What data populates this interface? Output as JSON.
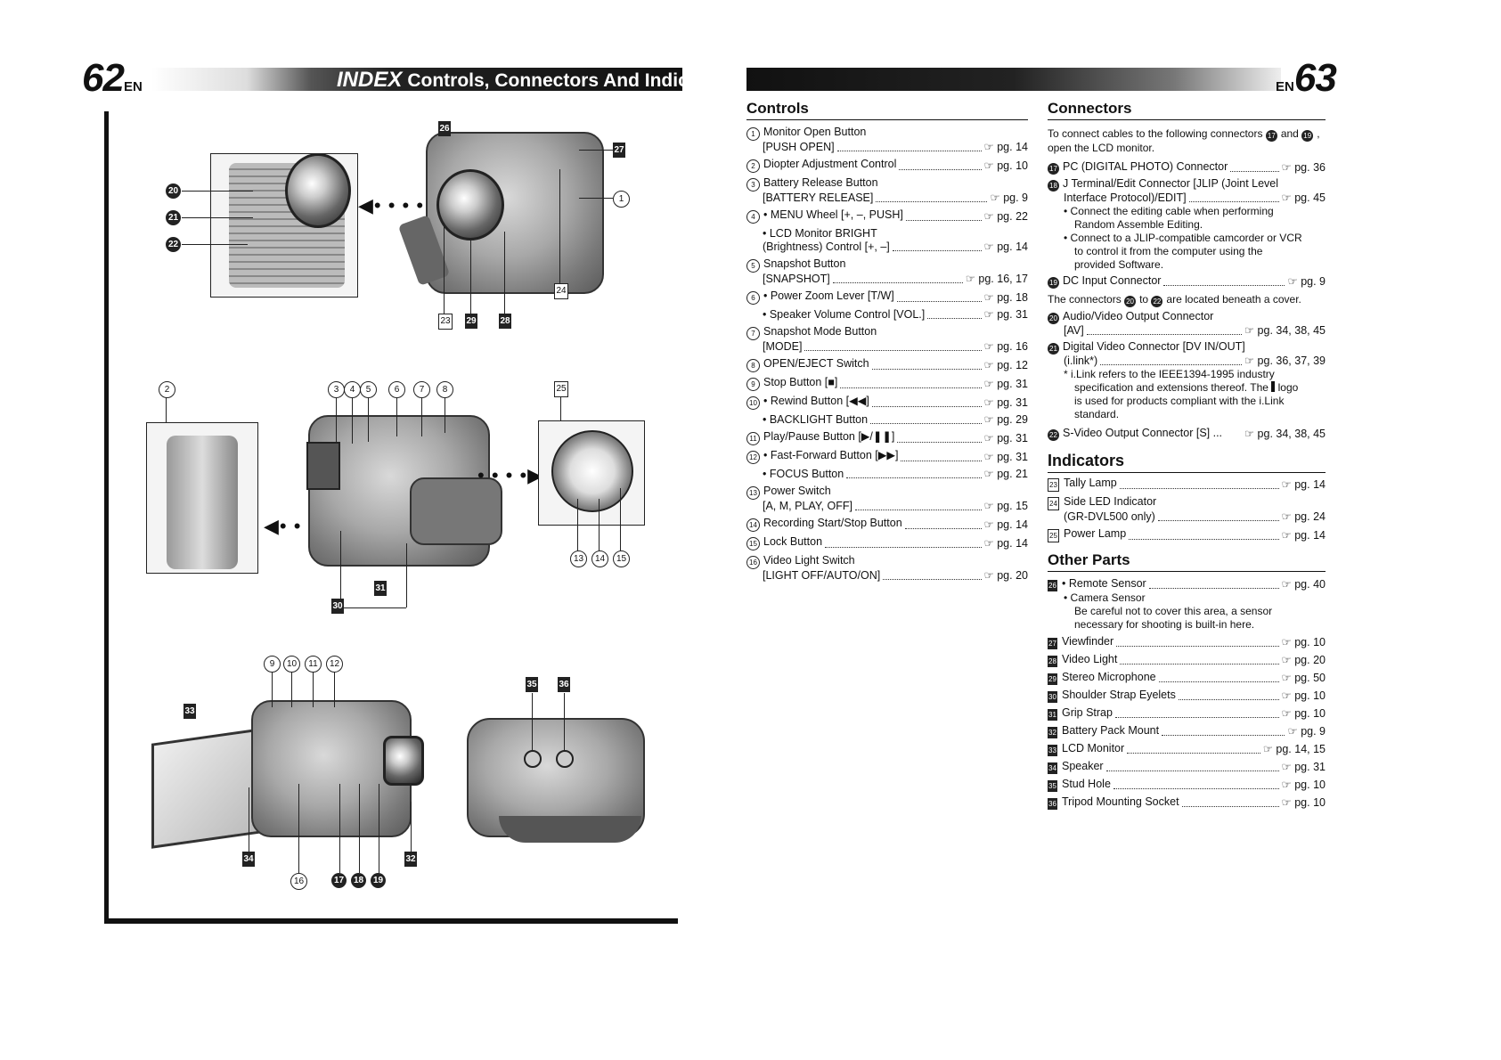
{
  "left_page": {
    "page_number": "62",
    "lang": "EN",
    "header_index": "INDEX",
    "header_title": "Controls, Connectors And Indicators"
  },
  "right_page": {
    "page_number": "63",
    "lang": "EN"
  },
  "figure_labels": {
    "fig1_left": [
      "20",
      "21",
      "22"
    ],
    "fig1_badges": [
      "26",
      "27",
      "23",
      "29",
      "28",
      "24"
    ],
    "fig1_circle": "1",
    "fig2": [
      "2",
      "3",
      "4",
      "5",
      "6",
      "7",
      "8",
      "25",
      "13",
      "14",
      "15",
      "31",
      "30"
    ],
    "fig3": [
      "9",
      "10",
      "11",
      "12",
      "33",
      "34",
      "16",
      "17",
      "18",
      "19",
      "32",
      "35",
      "36"
    ]
  },
  "controls": {
    "heading": "Controls",
    "items": [
      {
        "mark": "1",
        "lines": [
          "Monitor Open Button"
        ],
        "last": "[PUSH OPEN]",
        "pg": "pg. 14"
      },
      {
        "mark": "2",
        "lines": [],
        "last": "Diopter Adjustment Control",
        "pg": "pg. 10"
      },
      {
        "mark": "3",
        "lines": [
          "Battery Release Button"
        ],
        "last": "[BATTERY RELEASE]",
        "pg": "pg. 9"
      },
      {
        "mark": "4",
        "lines": [],
        "last": "• MENU Wheel [+, –, PUSH]",
        "pg": "pg. 22"
      },
      {
        "mark": "",
        "lines": [
          "• LCD Monitor BRIGHT"
        ],
        "last": "(Brightness) Control [+, –]",
        "pg": "pg. 14"
      },
      {
        "mark": "5",
        "lines": [
          "Snapshot Button"
        ],
        "last": "[SNAPSHOT]",
        "pg": "pg. 16, 17"
      },
      {
        "mark": "6",
        "lines": [],
        "last": "• Power Zoom Lever [T/W]",
        "pg": "pg. 18"
      },
      {
        "mark": "",
        "lines": [],
        "last": "• Speaker Volume Control [VOL.]",
        "pg": "pg. 31"
      },
      {
        "mark": "7",
        "lines": [
          "Snapshot Mode Button"
        ],
        "last": "[MODE]",
        "pg": "pg. 16"
      },
      {
        "mark": "8",
        "lines": [],
        "last": "OPEN/EJECT Switch",
        "pg": "pg. 12"
      },
      {
        "mark": "9",
        "lines": [],
        "last": "Stop Button [■]",
        "pg": "pg. 31"
      },
      {
        "mark": "10",
        "lines": [],
        "last": "• Rewind Button [◀◀]",
        "pg": "pg. 31"
      },
      {
        "mark": "",
        "lines": [],
        "last": "• BACKLIGHT Button",
        "pg": "pg. 29"
      },
      {
        "mark": "11",
        "lines": [],
        "last": "Play/Pause Button [▶/❚❚]",
        "pg": "pg. 31"
      },
      {
        "mark": "12",
        "lines": [],
        "last": "• Fast-Forward Button [▶▶]",
        "pg": "pg. 31"
      },
      {
        "mark": "",
        "lines": [],
        "last": "• FOCUS Button",
        "pg": "pg. 21"
      },
      {
        "mark": "13",
        "lines": [
          "Power Switch"
        ],
        "last": "[A, M, PLAY, OFF]",
        "pg": "pg. 15"
      },
      {
        "mark": "14",
        "lines": [],
        "last": "Recording Start/Stop Button",
        "pg": "pg. 14"
      },
      {
        "mark": "15",
        "lines": [],
        "last": "Lock Button",
        "pg": "pg. 14"
      },
      {
        "mark": "16",
        "lines": [
          "Video Light Switch"
        ],
        "last": "[LIGHT OFF/AUTO/ON]",
        "pg": "pg. 20"
      }
    ]
  },
  "connectors": {
    "heading": "Connectors",
    "intro_a": "To connect cables to the following connectors",
    "intro_mark1": "17",
    "intro_and": "and",
    "intro_mark2": "19",
    "intro_b": ",",
    "intro_c": "open the LCD monitor.",
    "pc": {
      "mark": "17",
      "label": "PC (DIGITAL PHOTO) Connector",
      "pg": "pg. 36"
    },
    "jlip": {
      "mark": "18",
      "line1": "J Terminal/Edit Connector [JLIP (Joint Level",
      "line2": "Interface Protocol)/EDIT]",
      "pg": "pg. 45",
      "bullet1a": "• Connect the editing cable when performing",
      "bullet1b": "Random Assemble Editing.",
      "bullet2a": "• Connect to a JLIP-compatible camcorder or VCR",
      "bullet2b": "to control it from the computer using the",
      "bullet2c": "provided Software."
    },
    "dc": {
      "mark": "19",
      "label": "DC Input Connector",
      "pg": "pg. 9"
    },
    "cover_a": "The connectors",
    "cover_mark1": "20",
    "cover_to": "to",
    "cover_mark2": "22",
    "cover_b": "are located beneath a cover.",
    "av": {
      "mark": "20",
      "line1": "Audio/Video Output Connector",
      "label": "[AV]",
      "pg": "pg. 34, 38, 45"
    },
    "dv": {
      "mark": "21",
      "line1": "Digital Video Connector [DV IN/OUT]",
      "label": "(i.link*)",
      "pg": "pg. 36, 37, 39",
      "fn1": "* i.Link refers to the IEEE1394-1995 industry",
      "fn2": "specification and extensions thereof. The",
      "fn2b": "logo",
      "fn3": "is used for products compliant with the i.Link",
      "fn4": "standard."
    },
    "svideo": {
      "mark": "22",
      "label": "S-Video Output Connector [S] ...",
      "pg": "pg. 34, 38, 45"
    }
  },
  "indicators": {
    "heading": "Indicators",
    "items": [
      {
        "mark": "23",
        "lines": [],
        "last": "Tally Lamp",
        "pg": "pg. 14"
      },
      {
        "mark": "24",
        "lines": [
          "Side LED Indicator"
        ],
        "last": "(GR-DVL500 only)",
        "pg": "pg. 24"
      },
      {
        "mark": "25",
        "lines": [],
        "last": "Power Lamp",
        "pg": "pg. 14"
      }
    ]
  },
  "other_parts": {
    "heading": "Other Parts",
    "remote": {
      "mark": "26",
      "label": "• Remote Sensor",
      "pg": "pg. 40"
    },
    "camera_sensor": "• Camera Sensor",
    "note1": "Be careful not to cover this area, a sensor",
    "note2": "necessary for shooting is built-in here.",
    "items": [
      {
        "mark": "27",
        "label": "Viewfinder",
        "pg": "pg. 10"
      },
      {
        "mark": "28",
        "label": "Video Light",
        "pg": "pg. 20"
      },
      {
        "mark": "29",
        "label": "Stereo Microphone",
        "pg": "pg. 50"
      },
      {
        "mark": "30",
        "label": "Shoulder Strap Eyelets",
        "pg": "pg. 10"
      },
      {
        "mark": "31",
        "label": "Grip Strap",
        "pg": "pg. 10"
      },
      {
        "mark": "32",
        "label": "Battery Pack Mount",
        "pg": "pg. 9"
      },
      {
        "mark": "33",
        "label": "LCD Monitor",
        "pg": "pg. 14, 15"
      },
      {
        "mark": "34",
        "label": "Speaker",
        "pg": "pg. 31"
      },
      {
        "mark": "35",
        "label": "Stud Hole",
        "pg": "pg. 10"
      },
      {
        "mark": "36",
        "label": "Tripod Mounting Socket",
        "pg": "pg. 10"
      }
    ]
  },
  "ref_icon": "☞"
}
